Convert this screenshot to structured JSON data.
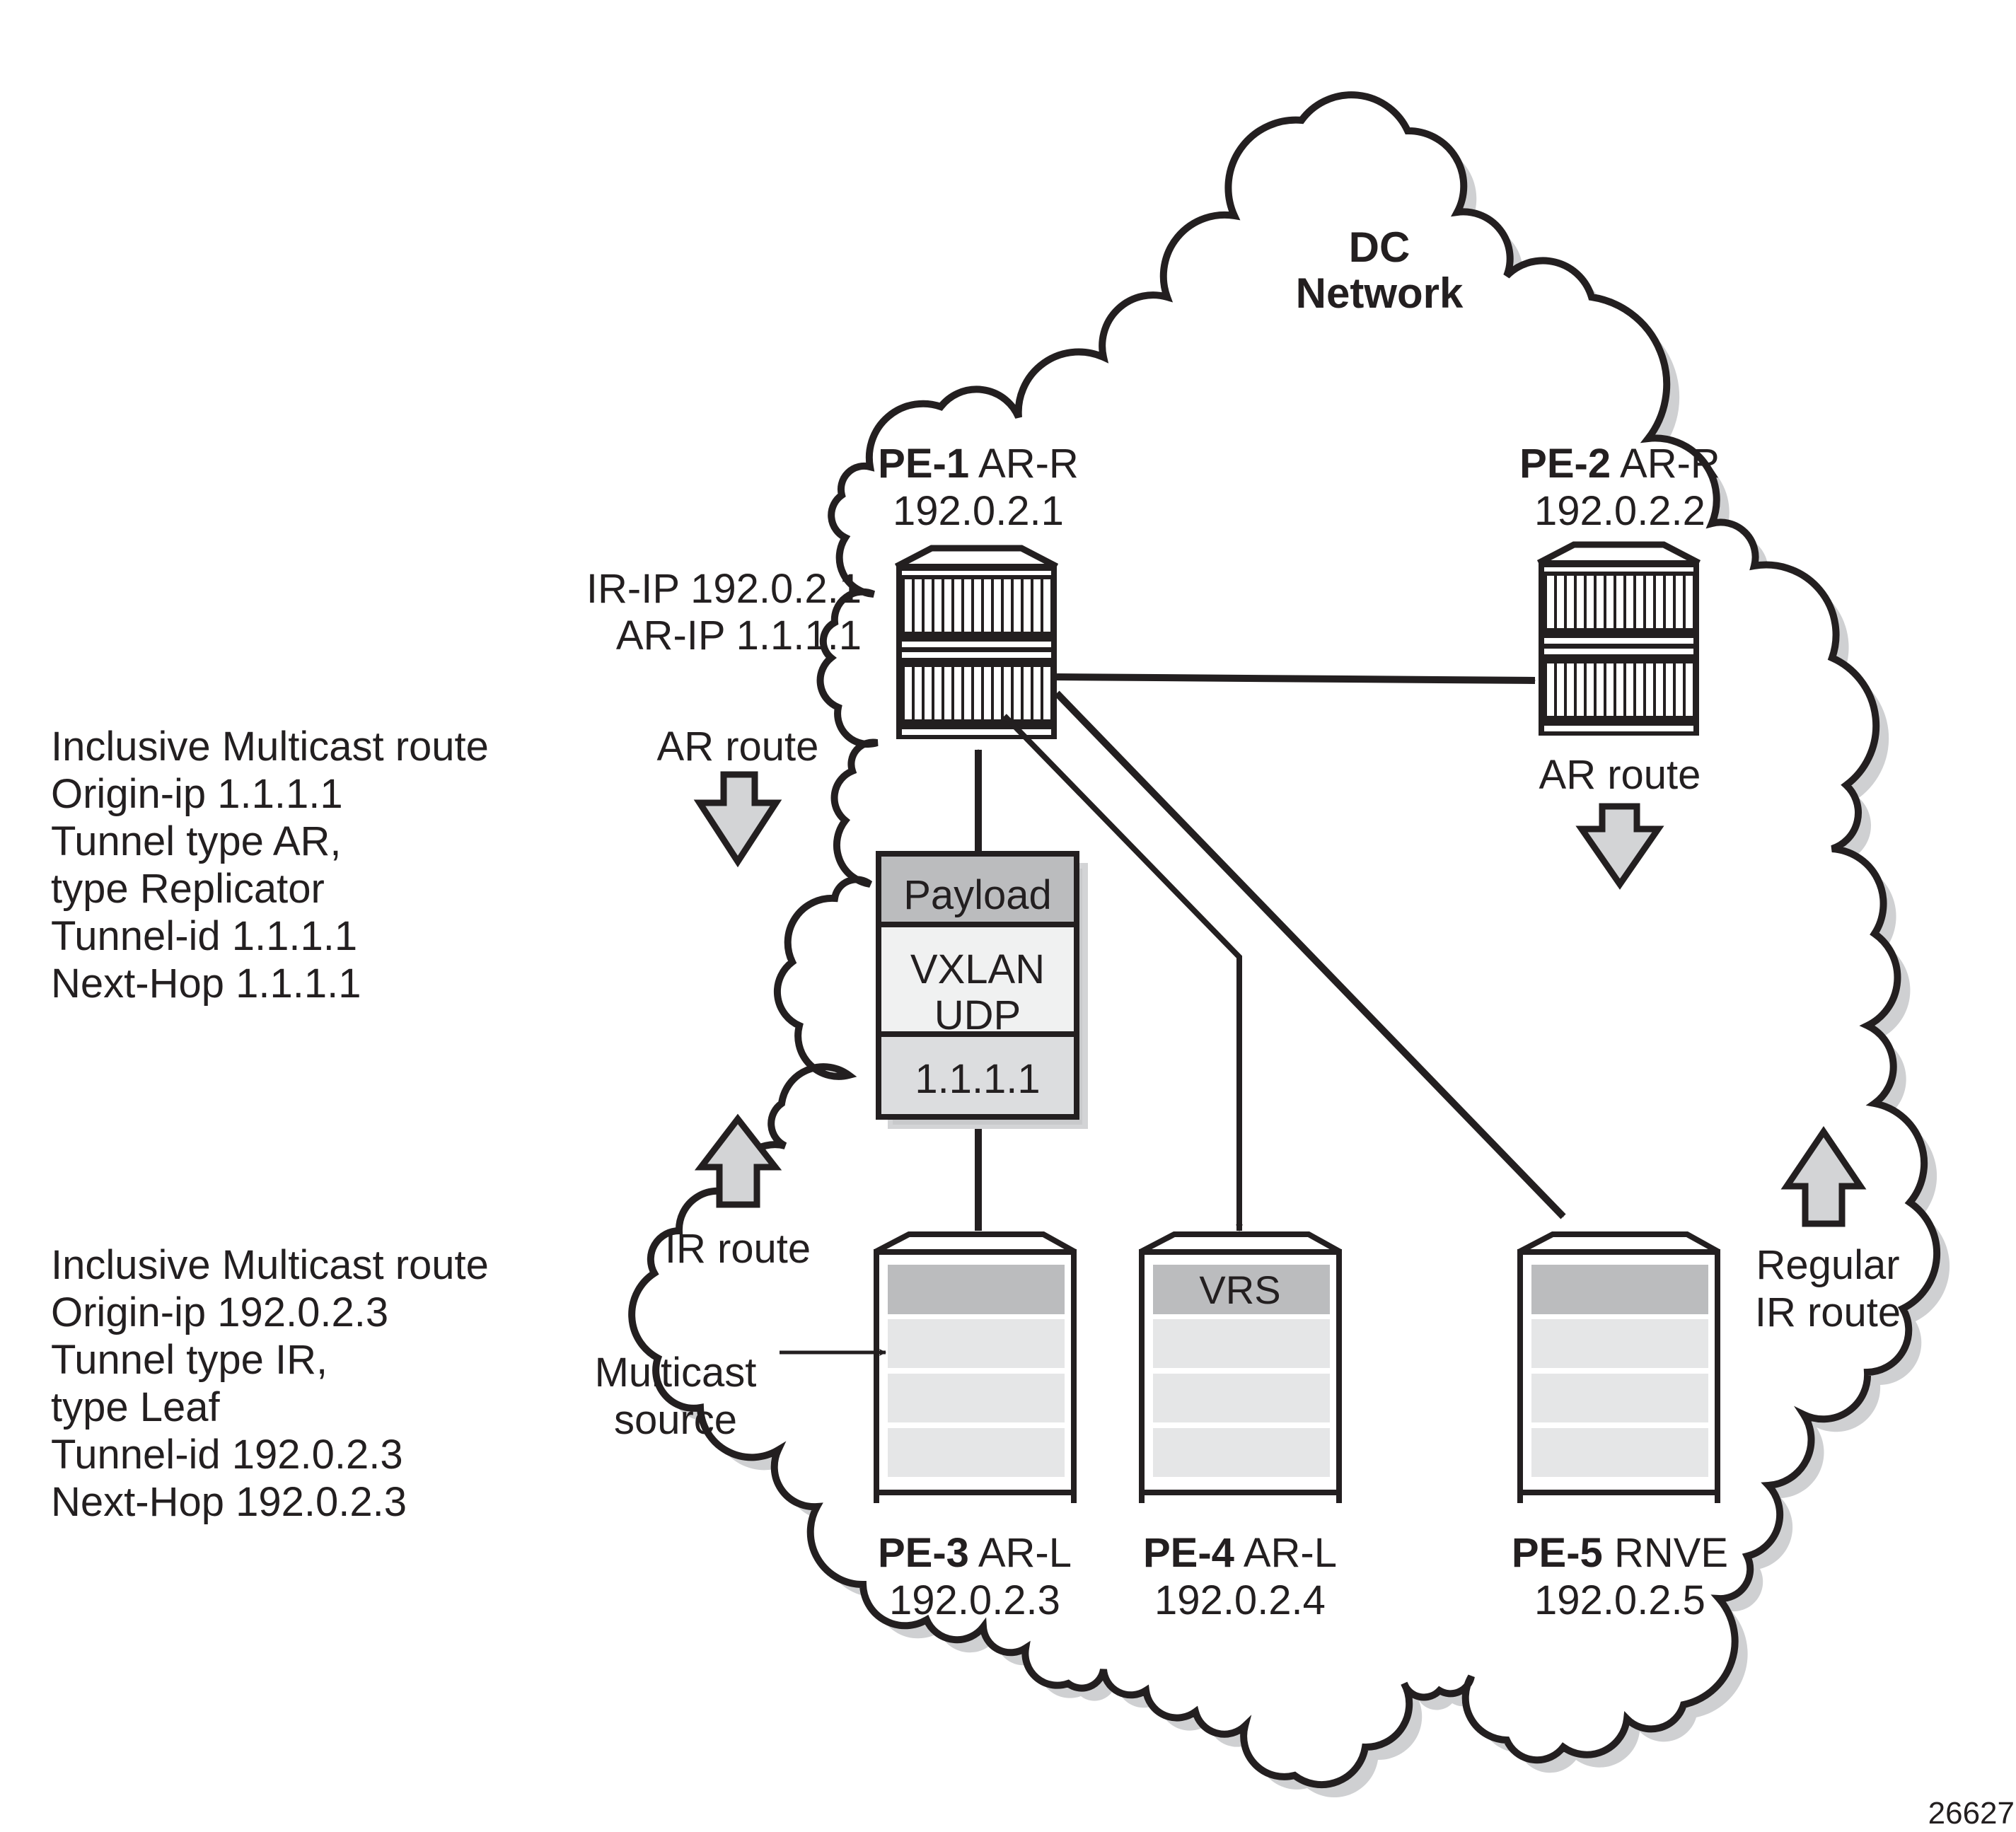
{
  "diagram": {
    "title": "DC Network",
    "figure_id": "26627",
    "colors": {
      "ink": "#231f20",
      "shadow": "#cfd0d2",
      "arrow_fill": "#d3d4d6",
      "payload": "#bbbcbe",
      "vxlan": "#f0f1f1",
      "outer_ip": "#dcdddf",
      "shelf_dark": "#bbbcbe",
      "shelf_light": "#e5e6e7"
    },
    "nodes": {
      "pe1": {
        "name": "PE-1",
        "role": "AR-R",
        "ip": "192.0.2.1",
        "icon": "router-icon"
      },
      "pe2": {
        "name": "PE-2",
        "role": "AR-R",
        "ip": "192.0.2.2",
        "icon": "router-icon"
      },
      "pe3": {
        "name": "PE-3",
        "role": "AR-L",
        "ip": "192.0.2.3",
        "icon": "server-icon",
        "top_shelf_label": ""
      },
      "pe4": {
        "name": "PE-4",
        "role": "AR-L",
        "ip": "192.0.2.4",
        "icon": "server-icon",
        "top_shelf_label": "VRS"
      },
      "pe5": {
        "name": "PE-5",
        "role": "RNVE",
        "ip": "192.0.2.5",
        "icon": "server-icon",
        "top_shelf_label": ""
      }
    },
    "pe1_addresses": {
      "ir_ip": "IR-IP 192.0.2.1",
      "ar_ip": "AR-IP 1.1.1.1"
    },
    "packet": {
      "layers": [
        "Payload",
        "VXLAN",
        "UDP",
        "1.1.1.1"
      ]
    },
    "route_labels": {
      "pe1_ar_route": "AR route",
      "pe2_ar_route": "AR route",
      "pe3_ir_route": "IR route",
      "pe5_regular_line1": "Regular",
      "pe5_regular_line2": "IR route"
    },
    "multicast_source": {
      "line1": "Multicast",
      "line2": "source"
    },
    "ar_route_info": [
      "Inclusive Multicast route",
      "Origin-ip 1.1.1.1",
      "Tunnel type AR,",
      "type Replicator",
      "Tunnel-id 1.1.1.1",
      "Next-Hop 1.1.1.1"
    ],
    "ir_route_info": [
      "Inclusive Multicast route",
      "Origin-ip 192.0.2.3",
      "Tunnel type IR,",
      "type Leaf",
      "Tunnel-id 192.0.2.3",
      "Next-Hop 192.0.2.3"
    ],
    "links": [
      {
        "from": "PE-3",
        "to": "PE-1",
        "kind": "encapsulated traffic"
      },
      {
        "from": "PE-1",
        "to": "PE-2",
        "kind": "replicated traffic"
      },
      {
        "from": "PE-1",
        "to": "PE-4",
        "kind": "replicated traffic"
      },
      {
        "from": "PE-1",
        "to": "PE-5",
        "kind": "replicated traffic"
      }
    ]
  }
}
